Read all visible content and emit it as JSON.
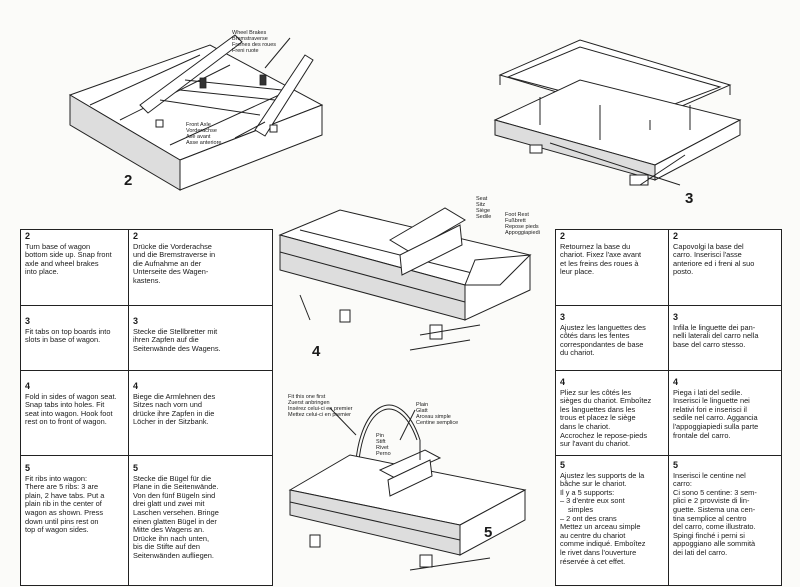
{
  "steps": {
    "step2": {
      "number": "2",
      "callout_brakes": [
        "Wheel Brakes",
        "Bremstraverse",
        "Freines des roues",
        "Freni ruote"
      ],
      "callout_axle": [
        "Front Axle",
        "Vorderachse",
        "Axe avant",
        "Asse anteriore"
      ],
      "en": [
        "Turn base of wagon",
        "bottom side up. Snap front",
        "axle and wheel brakes",
        "into place."
      ],
      "de": [
        "Drücke die Vorderachse",
        "und die Bremstraverse in",
        "die Aufnahme an der",
        "Unterseite des Wagen-",
        "kastens."
      ],
      "fr": [
        "Retournez la base du",
        "chariot. Fixez l'axe avant",
        "et les freins des roues à",
        "leur place."
      ],
      "it": [
        "Capovolgi la base del",
        "carro. Inserisci l'asse",
        "anteriore ed i freni al suo",
        "posto."
      ]
    },
    "step3": {
      "number": "3",
      "en": [
        "Fit tabs on top boards into",
        "slots in base of wagon."
      ],
      "de": [
        "Stecke die Stellbretter mit",
        "ihren Zapfen auf die",
        "Seitenwände des Wagens."
      ],
      "fr": [
        "Ajustez les languettes des",
        "côtés dans les fentes",
        "correspondantes de base",
        "du chariot."
      ],
      "it": [
        "Infila le linguette dei pan-",
        "nelli laterali del carro nella",
        "base del carro stesso."
      ]
    },
    "step4": {
      "number": "4",
      "callout_seat": [
        "Seat",
        "Sitz",
        "Siège",
        "Sedile"
      ],
      "callout_footrest": [
        "Foot Rest",
        "Fußbrett",
        "Repose pieds",
        "Appoggiapiedi"
      ],
      "en": [
        "Fold in sides of wagon seat.",
        "Snap tabs into holes. Fit",
        "seat into wagon. Hook foot",
        "rest on to front of wagon."
      ],
      "de": [
        "Biege die Armlehnen des",
        "Sitzes nach vorn und",
        "drücke ihre Zapfen in die",
        "Löcher in der Sitzbank."
      ],
      "fr": [
        "Pliez sur les côtés les",
        "sièges du chariot. Emboîtez",
        "les languettes dans les",
        "trous et placez le siège",
        "dans le chariot.",
        "Accrochez le repose-pieds",
        "sur l'avant du chariot."
      ],
      "it": [
        "Piega i lati del sedile.",
        "Inserisci le linguette nei",
        "relativi fori e inserisci il",
        "sedile nel carro. Aggancia",
        "l'appoggiapiedi sulla parte",
        "frontale del carro."
      ]
    },
    "step5": {
      "number": "5",
      "callout_first": [
        "Fit this one first",
        "Zuerst anbringen",
        "Insérez celui-ci en premier",
        "Mettez celui-ci en premier"
      ],
      "callout_plain": [
        "Plain",
        "Glatt",
        "Arceau simple",
        "Centine semplice"
      ],
      "callout_pin": [
        "Pin",
        "Stift",
        "Rivet",
        "Perno"
      ],
      "en": [
        "Fit ribs into wagon:",
        "There are 5 ribs: 3 are",
        "plain, 2 have tabs. Put a",
        "plain rib in the center of",
        "wagon as shown. Press",
        "down until pins rest on",
        "top of wagon sides."
      ],
      "de": [
        "Stecke die Bügel für die",
        "Plane in die Seitenwände.",
        "Von den fünf Bügeln sind",
        "drei glatt und zwei mit",
        "Laschen versehen. Bringe",
        "einen glatten Bügel in der",
        "Mitte des Wagens an.",
        "Drücke ihn nach unten,",
        "bis die Stifte auf den",
        "Seitenwänden aufliegen."
      ],
      "fr": [
        "Ajustez les supports de la",
        "bâche sur le chariot.",
        "Il y a 5 supports:",
        "– 3 d'entre eux sont",
        "simples",
        "– 2 ont des crans",
        "Mettez un arceau simple",
        "au centre du chariot",
        "comme indiqué. Emboîtez",
        "le rivet dans l'ouverture",
        "réservée à cet effet."
      ],
      "it": [
        "Inserisci le centine nel",
        "carro:",
        "Ci sono 5 centine: 3 sem-",
        "plici e 2 provviste di lin-",
        "guette. Sistema una cen-",
        "tina semplice al centro",
        "del carro, come illustrato.",
        "Spingi finché i perni si",
        "appoggiano alle sommità",
        "dei lati del carro."
      ]
    }
  }
}
